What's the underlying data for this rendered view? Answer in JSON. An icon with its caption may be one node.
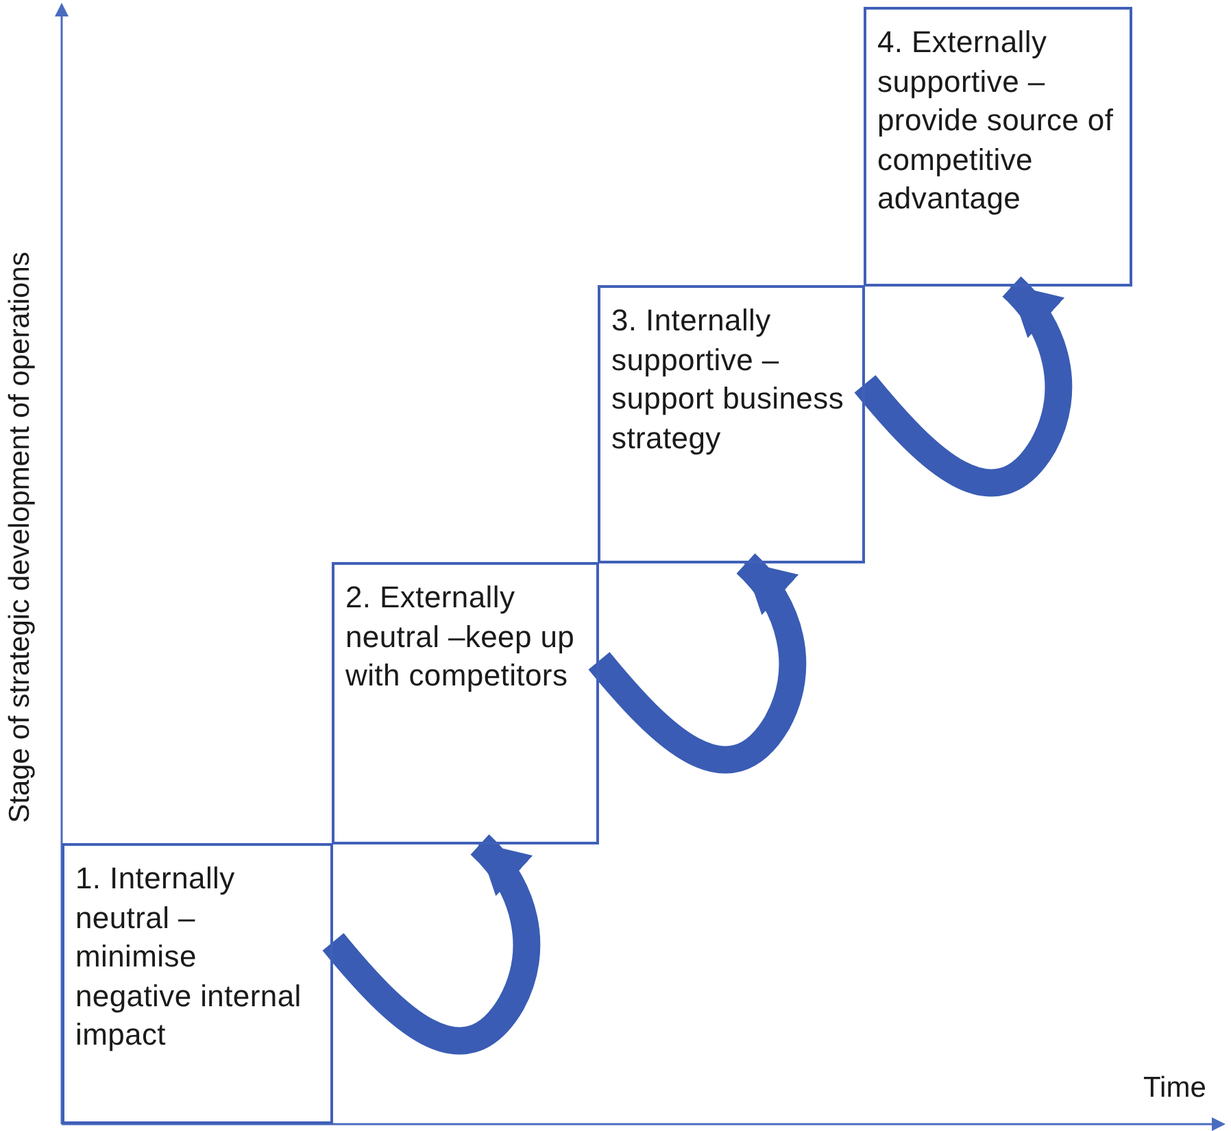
{
  "diagram": {
    "nodes": [
      {
        "text": [
          "1. Internally neutral – minimise negative internal impact"
        ]
      },
      {
        "text": [
          "2. Externally neutral –keep up with competitors"
        ]
      },
      {
        "text": [
          "3. Internally supportive – support business strategy"
        ]
      },
      {
        "text": [
          "4. Externally supportive – provide source of competitive advantage"
        ]
      }
    ],
    "edges": [
      {
        "from": 0,
        "to": 1,
        "arrow": "to"
      },
      {
        "from": 1,
        "to": 2,
        "arrow": "to"
      },
      {
        "from": 2,
        "to": 3,
        "arrow": "to"
      }
    ],
    "labels": [
      "Stage of strategic development of operations",
      "Time"
    ]
  }
}
